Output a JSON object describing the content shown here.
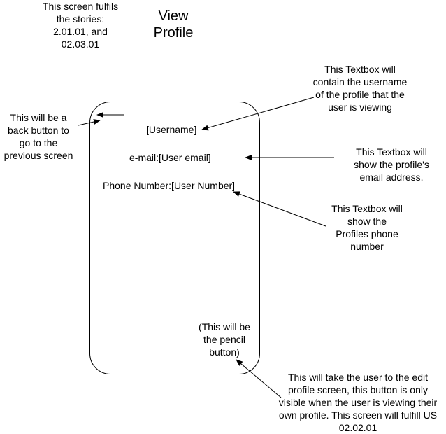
{
  "title": "View\nProfile",
  "stories_note": "This screen fulfils\nthe stories:\n2.01.01,  and\n02.03.01",
  "screen": {
    "username": "[Username]",
    "email": "e-mail:[User email]",
    "phone": "Phone Number:[User Number]",
    "pencil_placeholder": "(This will be\nthe pencil\nbutton)"
  },
  "annotations": {
    "back_button": "This will be a\nback button to\ngo to the\nprevious screen",
    "username_box": "This Textbox will\ncontain the username\nof the profile that the\nuser is viewing",
    "email_box": "This Textbox will\nshow the profile's\nemail address.",
    "phone_box": "This Textbox will\nshow the\nProfiles phone\nnumber",
    "pencil_button": "This will take the user to the edit\nprofile screen, this button is only\nvisible when the user is viewing their\nown profile. This screen will fulfill US\n02.02.01"
  }
}
